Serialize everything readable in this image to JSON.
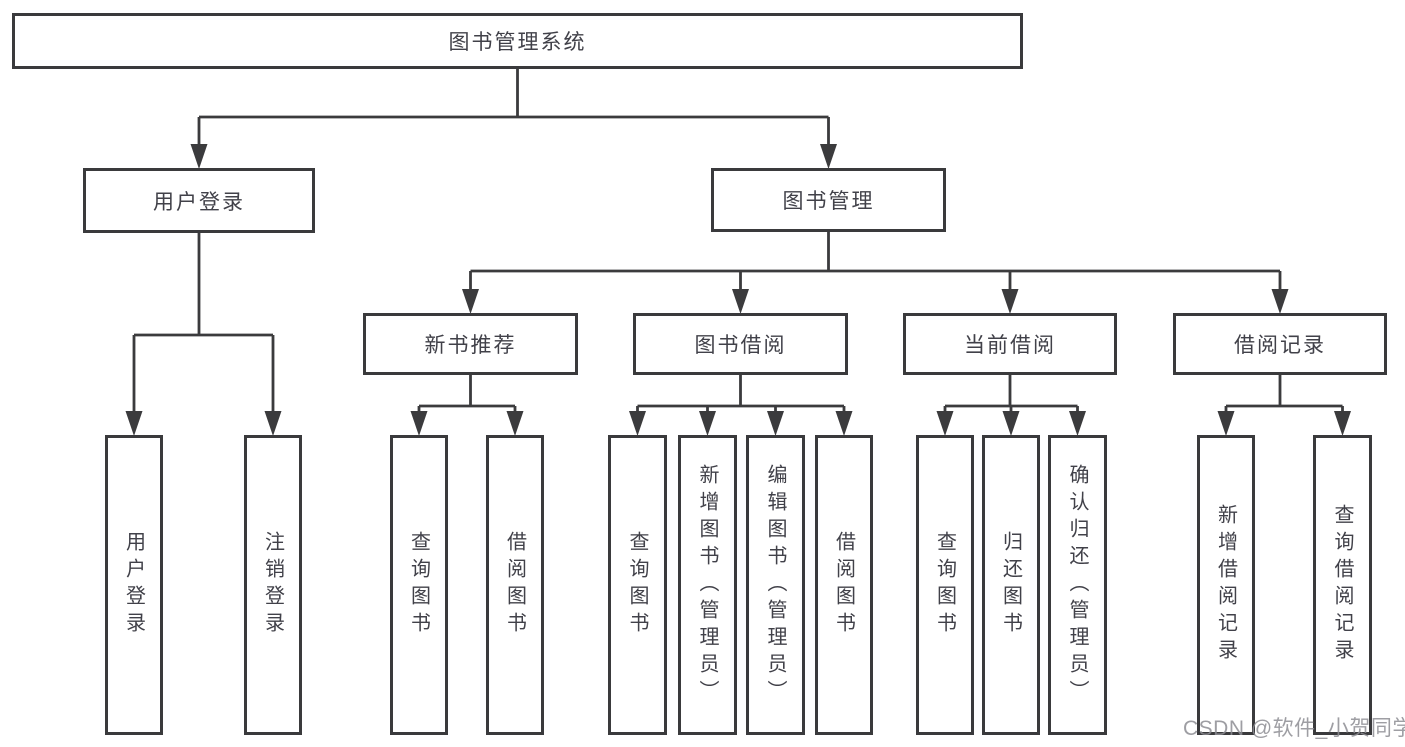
{
  "watermark": "CSDN @软件_小贺同学",
  "colors": {
    "line": "#3b3b3d",
    "box_border": "#3a3a3c",
    "text": "#414149",
    "watermark": "#8d8d93",
    "background": "#ffffff"
  },
  "diagram": {
    "title": "图书管理系统",
    "nodes": [
      {
        "id": "system",
        "label": "图书管理系统",
        "level": 1
      },
      {
        "id": "user-login",
        "label": "用户登录",
        "level": 2
      },
      {
        "id": "book-management",
        "label": "图书管理",
        "level": 2
      },
      {
        "id": "new-book-recommend",
        "label": "新书推荐",
        "level": 3
      },
      {
        "id": "book-borrowing",
        "label": "图书借阅",
        "level": 3
      },
      {
        "id": "current-borrowing",
        "label": "当前借阅",
        "level": 3
      },
      {
        "id": "borrowing-records",
        "label": "借阅记录",
        "level": 3
      },
      {
        "id": "leaf-user-login",
        "label": "用户登录",
        "vertical": true,
        "level": 4
      },
      {
        "id": "leaf-logout",
        "label": "注销登录",
        "vertical": true,
        "level": 4
      },
      {
        "id": "leaf-nbr-query",
        "label": "查询图书",
        "vertical": true,
        "level": 4
      },
      {
        "id": "leaf-nbr-borrow",
        "label": "借阅图书",
        "vertical": true,
        "level": 4
      },
      {
        "id": "leaf-bb-query",
        "label": "查询图书",
        "vertical": true,
        "level": 4
      },
      {
        "id": "leaf-bb-add",
        "label": "新增图书（管理员）",
        "vertical": true,
        "level": 4
      },
      {
        "id": "leaf-bb-edit",
        "label": "编辑图书（管理员）",
        "vertical": true,
        "level": 4
      },
      {
        "id": "leaf-bb-borrow",
        "label": "借阅图书",
        "vertical": true,
        "level": 4
      },
      {
        "id": "leaf-cb-query",
        "label": "查询图书",
        "vertical": true,
        "level": 4
      },
      {
        "id": "leaf-cb-return",
        "label": "归还图书",
        "vertical": true,
        "level": 4
      },
      {
        "id": "leaf-cb-confirm",
        "label": "确认归还（管理员）",
        "vertical": true,
        "level": 4
      },
      {
        "id": "leaf-br-add",
        "label": "新增借阅记录",
        "vertical": true,
        "level": 4
      },
      {
        "id": "leaf-br-query",
        "label": "查询借阅记录",
        "vertical": true,
        "level": 4
      }
    ],
    "edges": [
      {
        "from": "system",
        "to": [
          "user-login",
          "book-management"
        ]
      },
      {
        "from": "user-login",
        "to": [
          "leaf-user-login",
          "leaf-logout"
        ]
      },
      {
        "from": "book-management",
        "to": [
          "new-book-recommend",
          "book-borrowing",
          "current-borrowing",
          "borrowing-records"
        ]
      },
      {
        "from": "new-book-recommend",
        "to": [
          "leaf-nbr-query",
          "leaf-nbr-borrow"
        ]
      },
      {
        "from": "book-borrowing",
        "to": [
          "leaf-bb-query",
          "leaf-bb-add",
          "leaf-bb-edit",
          "leaf-bb-borrow"
        ]
      },
      {
        "from": "current-borrowing",
        "to": [
          "leaf-cb-query",
          "leaf-cb-return",
          "leaf-cb-confirm"
        ]
      },
      {
        "from": "borrowing-records",
        "to": [
          "leaf-br-add",
          "leaf-br-query"
        ]
      }
    ]
  }
}
